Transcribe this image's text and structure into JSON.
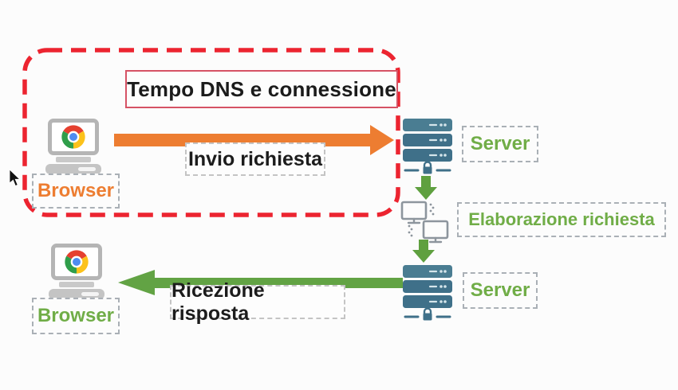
{
  "dns_box": {
    "title": "Tempo DNS e connessione"
  },
  "flow": {
    "browser_top_label": "Browser",
    "request_arrow_label": "Invio richiesta",
    "server_top_label": "Server",
    "processing_label": "Elaborazione richiesta",
    "server_bottom_label": "Server",
    "response_arrow_label": "Ricezione risposta",
    "browser_bottom_label": "Browser"
  },
  "icons": {
    "browser": "computer-with-chrome-icon",
    "server": "server-stack-with-lock-icon",
    "processing": "networked-computers-icon",
    "request": "arrow-right-icon",
    "response": "arrow-left-icon",
    "step": "arrow-down-icon",
    "pointer": "mouse-cursor-icon"
  },
  "colors": {
    "canvas": "#fcfcfc",
    "dns_outline_red": "#ec2430",
    "title_border_red": "#d65365",
    "request_orange": "#ed7d31",
    "response_green": "#62a344",
    "label_green": "#70ad47",
    "label_orange": "#ed7d31",
    "server_teal": "#3f7089",
    "icon_gray": "#8d959d"
  }
}
